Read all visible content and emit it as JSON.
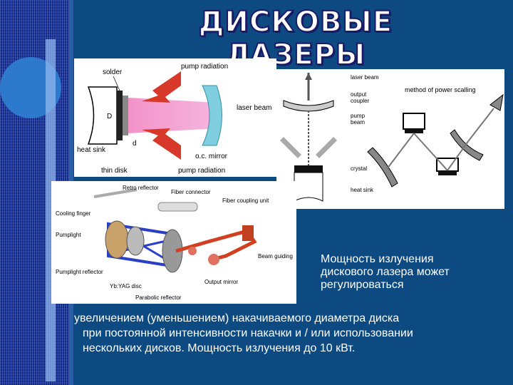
{
  "title": "ДИСКОВЫЕ ЛАЗЕРЫ",
  "diagram1": {
    "solder": "solder",
    "pump_top": "pump radiation",
    "laser_beam": "laser beam",
    "d_upper": "D",
    "heat_sink": "heat sink",
    "d_lower": "d",
    "oc_mirror": "o.c. mirror",
    "thin_disk": "thin disk",
    "pump_bottom": "pump radiation"
  },
  "diagram2": {
    "laser_beam": "laser beam",
    "output": "output",
    "coupler": "coupler",
    "pump": "pump",
    "beam": "beam",
    "crystal": "crystal",
    "heat_sink": "heat sink",
    "method": "method of power scalling"
  },
  "diagram3": {
    "retro_reflector": "Retro reflector",
    "fiber_connector": "Fiber connector",
    "fiber_coupling": "Fiber coupling unit",
    "cooling_finger": "Cooling finger",
    "pumplight": "Pumplight",
    "beam_guiding": "Beam guiding",
    "pumplight_reflector": "Pumplight reflector",
    "output_mirror": "Output mirror",
    "yag_disc": "Yb:YAG disc",
    "parabolic_reflector": "Parabolic reflector"
  },
  "caption": [
    "Мощность излучения",
    "дискового лазера может",
    "регулироваться"
  ],
  "paragraph": {
    "line1": "увеличением (уменьшением) накачиваемого диаметра диска",
    "line2": "при постоянной интенсивности накачки и / или использовании",
    "line3": "нескольких дисков. Мощность излучения  до 10 кВт."
  }
}
